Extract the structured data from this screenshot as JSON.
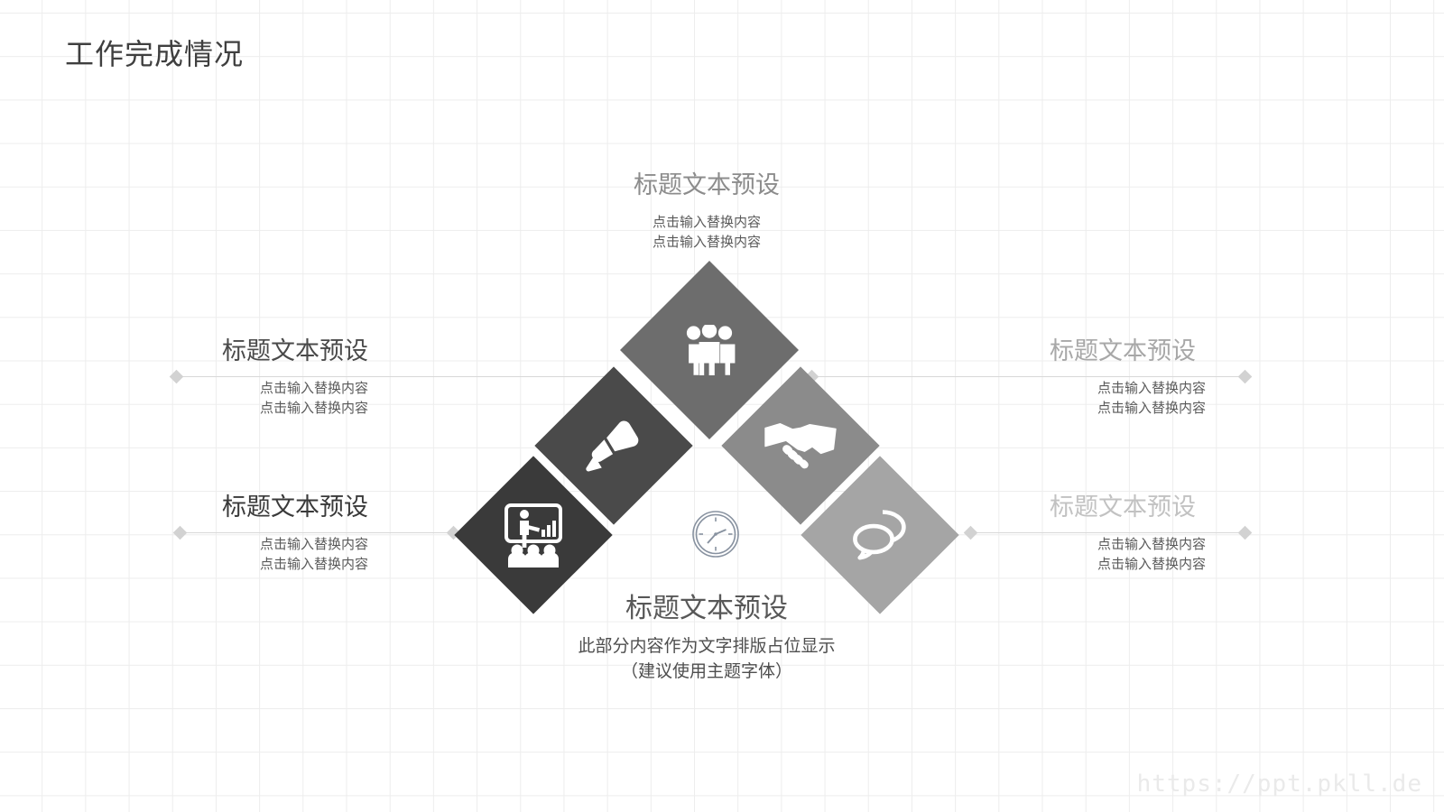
{
  "slide": {
    "title": "工作完成情况",
    "background_color": "#ffffff",
    "grid_color": "#ededed"
  },
  "watermark": {
    "text": "https://ppt.pkll.de",
    "color": "#eaeaea"
  },
  "callouts": [
    {
      "id": "top-center",
      "title": "标题文本预设",
      "line1": "点击输入替换内容",
      "line2": "点击输入替换内容",
      "title_color": "#8c8c8c",
      "align": "center"
    },
    {
      "id": "left-upper",
      "title": "标题文本预设",
      "line1": "点击输入替换内容",
      "line2": "点击输入替换内容",
      "title_color": "#4a4a4a",
      "align": "right"
    },
    {
      "id": "left-lower",
      "title": "标题文本预设",
      "line1": "点击输入替换内容",
      "line2": "点击输入替换内容",
      "title_color": "#3a3a3a",
      "align": "right"
    },
    {
      "id": "right-upper",
      "title": "标题文本预设",
      "line1": "点击输入替换内容",
      "line2": "点击输入替换内容",
      "title_color": "#a8a8a8",
      "align": "left"
    },
    {
      "id": "right-lower",
      "title": "标题文本预设",
      "line1": "点击输入替换内容",
      "line2": "点击输入替换内容",
      "title_color": "#c2c2c2",
      "align": "left"
    },
    {
      "id": "bottom-center",
      "title": "标题文本预设",
      "line1": "此部分内容作为文字排版占位显示",
      "line2": "（建议使用主题字体）",
      "title_color": "#585858",
      "align": "center"
    }
  ],
  "diamonds": [
    {
      "id": "people",
      "icon": "people-group-icon",
      "color": "#6d6d6d"
    },
    {
      "id": "megaphone",
      "icon": "megaphone-icon",
      "color": "#4a4a4a"
    },
    {
      "id": "presentation",
      "icon": "presentation-icon",
      "color": "#3a3a3a"
    },
    {
      "id": "handshake",
      "icon": "handshake-icon",
      "color": "#8b8b8b"
    },
    {
      "id": "chat",
      "icon": "chat-bubbles-icon",
      "color": "#a5a5a5"
    }
  ],
  "center_icon": {
    "name": "clock-icon",
    "color": "#8892a0"
  }
}
